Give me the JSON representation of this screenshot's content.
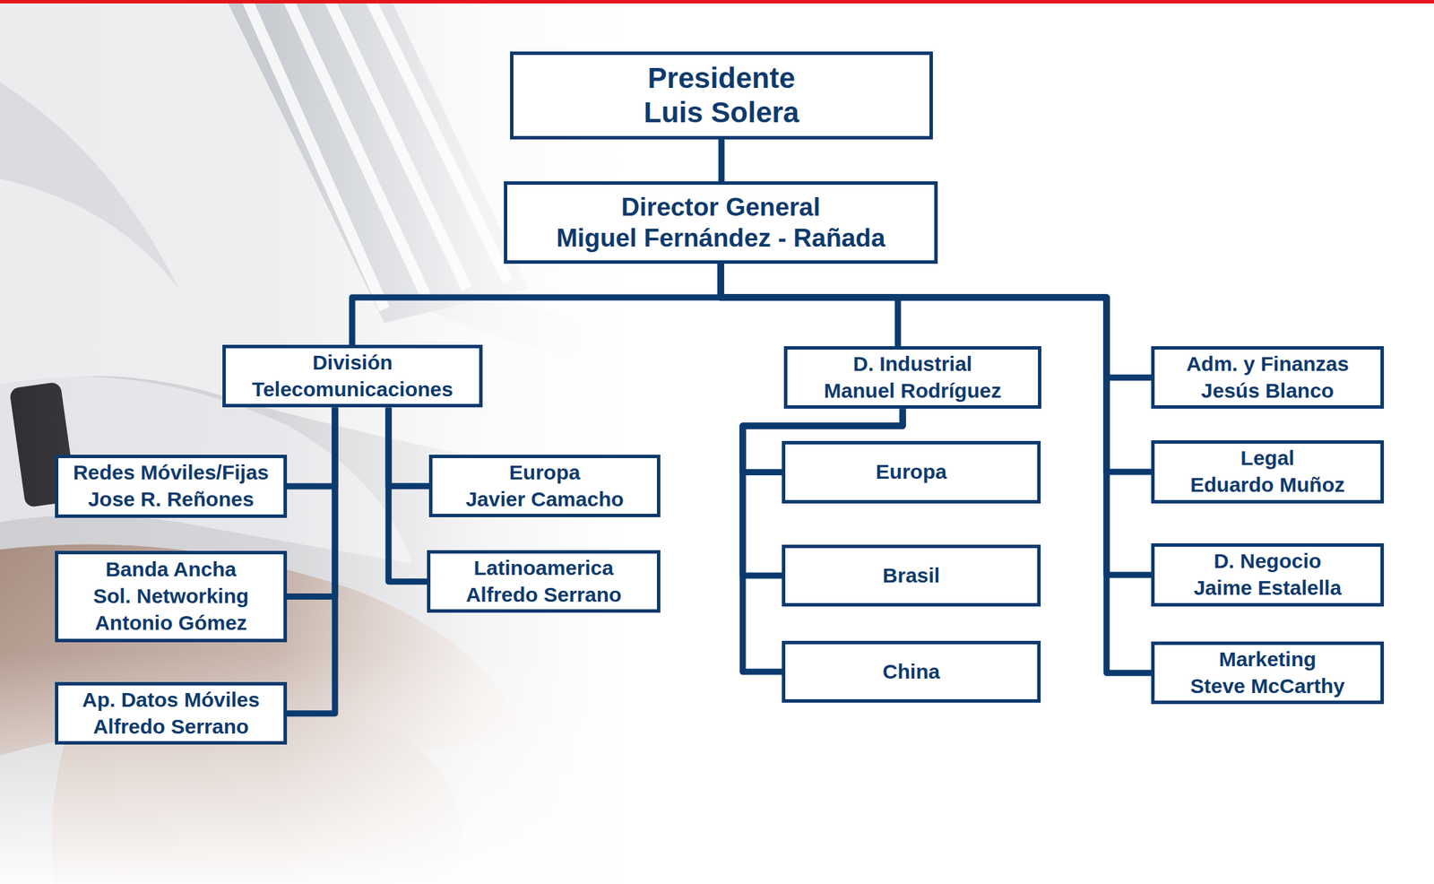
{
  "diagram": {
    "nodes": [
      {
        "text": [
          "Presidente",
          "Luis Solera"
        ]
      },
      {
        "text": [
          "Director General",
          "Miguel Fernández - Rañada"
        ]
      },
      {
        "text": [
          "División Telecomunicaciones"
        ]
      },
      {
        "text": [
          "Redes Móviles/Fijas",
          "Jose R. Reñones"
        ]
      },
      {
        "text": [
          "Banda Ancha Sol. Networking",
          "Antonio Gómez"
        ]
      },
      {
        "text": [
          "Ap. Datos Móviles",
          "Alfredo Serrano"
        ]
      },
      {
        "text": [
          "Europa",
          "Javier Camacho"
        ]
      },
      {
        "text": [
          "Latinoamerica",
          "Alfredo Serrano"
        ]
      },
      {
        "text": [
          "D. Industrial",
          "Manuel Rodríguez"
        ]
      },
      {
        "text": [
          "Europa"
        ]
      },
      {
        "text": [
          "Brasil"
        ]
      },
      {
        "text": [
          "China"
        ]
      },
      {
        "text": [
          "Adm. y Finanzas",
          "Jesús Blanco"
        ]
      },
      {
        "text": [
          "Legal",
          "Eduardo Muñoz"
        ]
      },
      {
        "text": [
          "D. Negocio",
          "Jaime Estalella"
        ]
      },
      {
        "text": [
          "Marketing",
          "Steve McCarthy"
        ]
      }
    ],
    "edges": [
      {
        "from": 0,
        "to": 1,
        "arrow": "none"
      },
      {
        "from": 1,
        "to": 2,
        "arrow": "none"
      },
      {
        "from": 1,
        "to": 8,
        "arrow": "none"
      },
      {
        "from": 1,
        "to": 12,
        "arrow": "none"
      },
      {
        "from": 1,
        "to": 13,
        "arrow": "none"
      },
      {
        "from": 1,
        "to": 14,
        "arrow": "none"
      },
      {
        "from": 1,
        "to": 15,
        "arrow": "none"
      },
      {
        "from": 2,
        "to": 3,
        "arrow": "none"
      },
      {
        "from": 2,
        "to": 4,
        "arrow": "none"
      },
      {
        "from": 2,
        "to": 5,
        "arrow": "none"
      },
      {
        "from": 2,
        "to": 6,
        "arrow": "none"
      },
      {
        "from": 2,
        "to": 7,
        "arrow": "none"
      },
      {
        "from": 8,
        "to": 9,
        "arrow": "none"
      },
      {
        "from": 8,
        "to": 10,
        "arrow": "none"
      },
      {
        "from": 8,
        "to": 11,
        "arrow": "none"
      }
    ]
  }
}
